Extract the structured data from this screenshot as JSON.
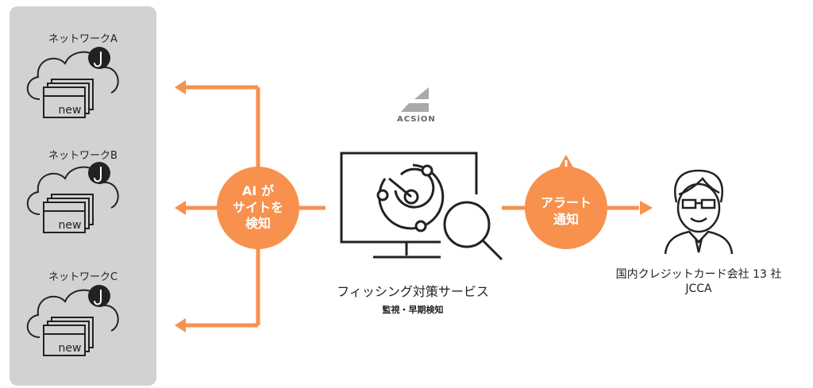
{
  "networks": [
    {
      "label": "ネットワークA",
      "page_label": "new"
    },
    {
      "label": "ネットワークB",
      "page_label": "new"
    },
    {
      "label": "ネットワークC",
      "page_label": "new"
    }
  ],
  "ai_bubble": {
    "line1": "AI が",
    "line2": "サイトを",
    "line3": "検知"
  },
  "alert_bubble": {
    "line1": "アラート",
    "line2": "通知"
  },
  "logo": {
    "text": "ACSiON"
  },
  "service": {
    "title": "フィッシング対策サービス",
    "subtitle": "監視・早期検知"
  },
  "recipient": {
    "line1": "国内クレジットカード会社 13 社",
    "line2": "JCCA"
  },
  "colors": {
    "accent": "#f7914d",
    "panel": "#d2d2d2"
  }
}
